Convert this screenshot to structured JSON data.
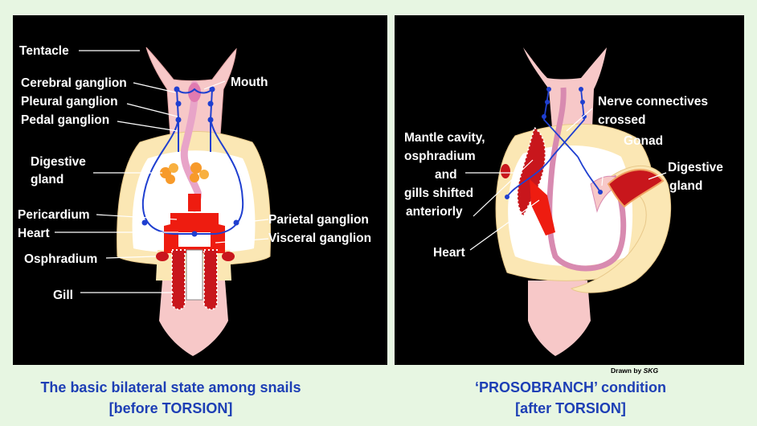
{
  "left_panel": {
    "labels": {
      "tentacle": "Tentacle",
      "cerebral": "Cerebral ganglion",
      "pleural": "Pleural ganglion",
      "pedal": "Pedal ganglion",
      "mouth": "Mouth",
      "digestive_1": "Digestive",
      "digestive_2": "gland",
      "pericardium": "Pericardium",
      "heart": "Heart",
      "parietal": "Parietal ganglion",
      "visceral": "Visceral ganglion",
      "osphradium": "Osphradium",
      "gill": "Gill"
    },
    "caption_line1": "The basic bilateral state among snails",
    "caption_line2": "[before TORSION]"
  },
  "right_panel": {
    "labels": {
      "mantle_1": "Mantle cavity,",
      "mantle_2": "osphradium",
      "mantle_3": "and",
      "mantle_4": "gills shifted",
      "mantle_5": "anteriorly",
      "nerve_1": "Nerve connectives",
      "nerve_2": "crossed",
      "gonad": "Gonad",
      "digestive_1": "Digestive",
      "digestive_2": "gland",
      "heart": "Heart"
    },
    "caption_line1": "‘PROSOBRANCH’ condition",
    "caption_line2": "[after TORSION]"
  },
  "credit": {
    "prefix": "Drawn by",
    "author": "SKG"
  },
  "colors": {
    "background": "#e7f6e2",
    "panel": "#000000",
    "caption": "#1d3fb5",
    "body_pink": "#f7c8c8",
    "mantle_cream": "#fbe7b4",
    "nerve_blue": "#1f3fd0",
    "heart_red": "#ee1c10",
    "digestive_orange": "#f79a2a",
    "gut_pink": "#e8a4c8"
  }
}
